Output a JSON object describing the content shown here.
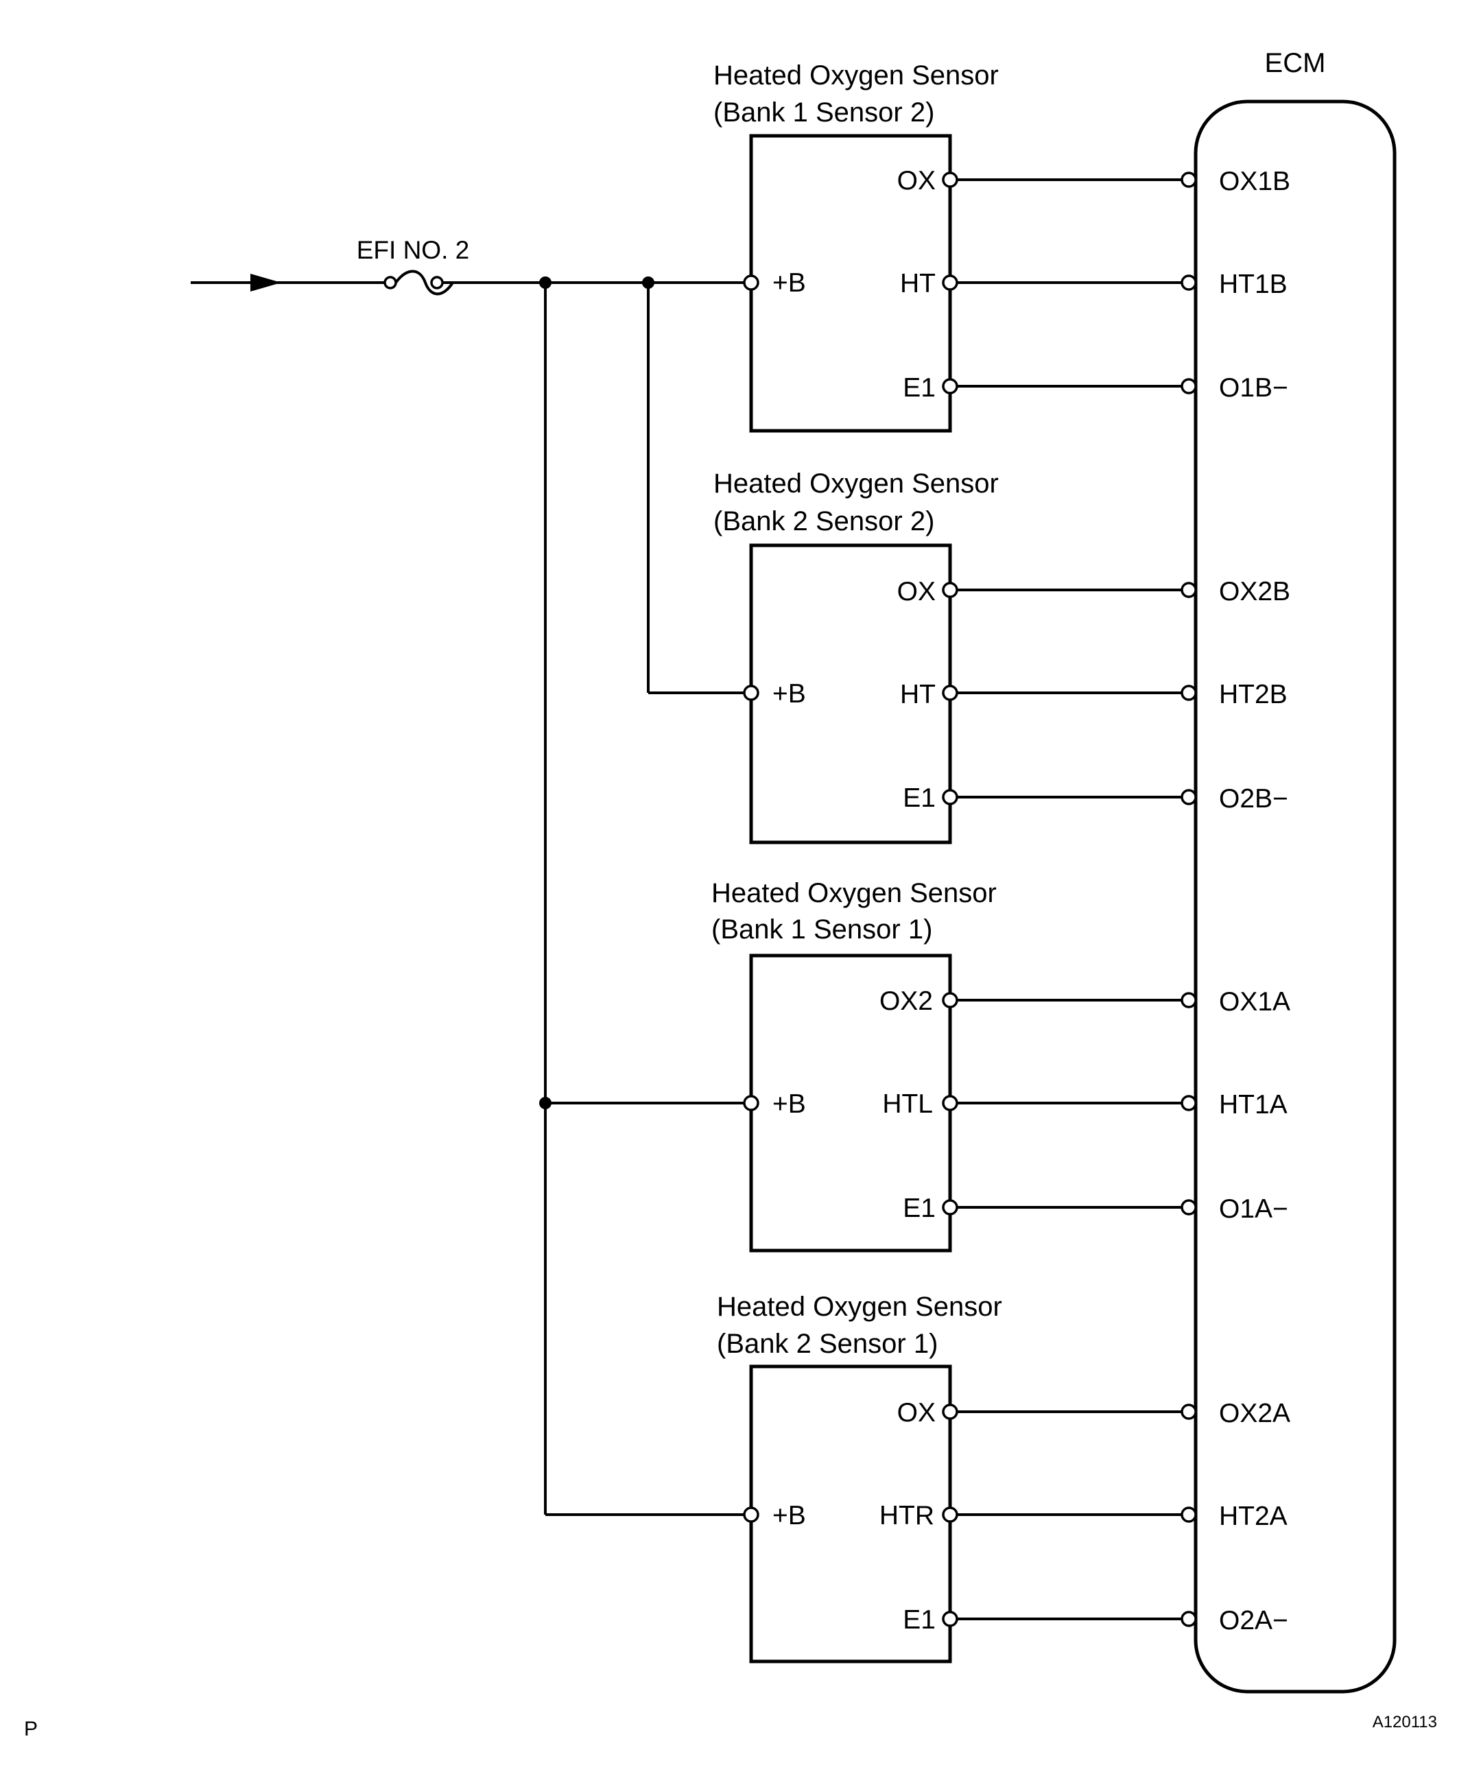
{
  "ecm": {
    "label": "ECM",
    "pins": [
      "OX1B",
      "HT1B",
      "O1B−",
      "OX2B",
      "HT2B",
      "O2B−",
      "OX1A",
      "HT1A",
      "O1A−",
      "OX2A",
      "HT2A",
      "O2A−"
    ]
  },
  "fuse": {
    "label": "EFI NO. 2"
  },
  "sensors": [
    {
      "title": "Heated Oxygen Sensor",
      "subtitle": "(Bank 1 Sensor 2)",
      "power_pin": "+B",
      "pins": [
        "OX",
        "HT",
        "E1"
      ]
    },
    {
      "title": "Heated Oxygen Sensor",
      "subtitle": "(Bank 2 Sensor 2)",
      "power_pin": "+B",
      "pins": [
        "OX",
        "HT",
        "E1"
      ]
    },
    {
      "title": "Heated Oxygen Sensor",
      "subtitle": "(Bank 1 Sensor 1)",
      "power_pin": "+B",
      "pins": [
        "OX2",
        "HTL",
        "E1"
      ]
    },
    {
      "title": "Heated Oxygen Sensor",
      "subtitle": "(Bank 2 Sensor 1)",
      "power_pin": "+B",
      "pins": [
        "OX",
        "HTR",
        "E1"
      ]
    }
  ],
  "footer": {
    "left": "P",
    "right": "A120113"
  }
}
